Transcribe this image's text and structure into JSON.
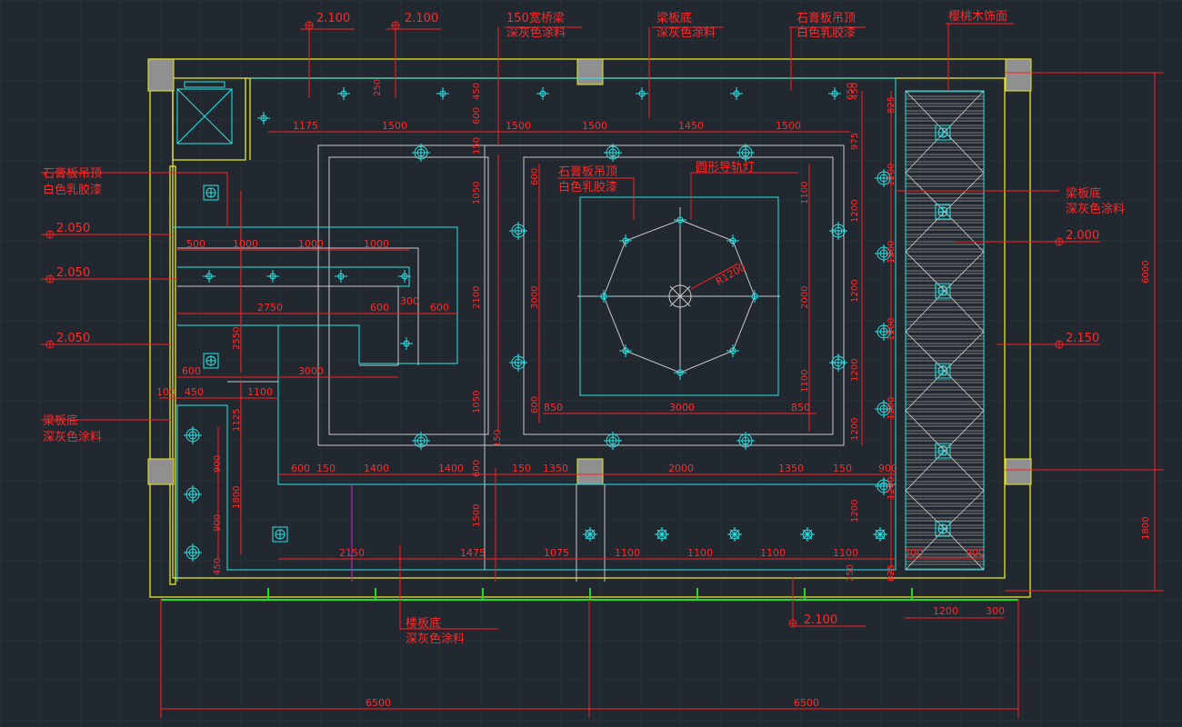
{
  "colors": {
    "background": "#212830",
    "grid": "#2b333c",
    "dimension": "#ff2a2a",
    "wall": "#e8e829",
    "ceiling": "#28e6e6",
    "trim": "#c9c9c9",
    "floor_line": "#22dd22",
    "column": "#909090"
  },
  "labels": {
    "l1": "150宽桥梁",
    "l1b": "深灰色涂料",
    "l2": "梁板底",
    "l2b": "深灰色涂料",
    "l3": "石膏板吊顶",
    "l3b": "白色乳胶漆",
    "l4": "樱桃木饰面",
    "l5": "石膏板吊顶",
    "l5b": "白色乳胶漆",
    "l6": "石膏板吊顶",
    "l6b": "白色乳胶漆",
    "l7": "圆形导轨灯",
    "l8": "梁板底",
    "l8b": "深灰色涂料",
    "l9": "梁板底",
    "l9b": "深灰色涂料",
    "l10": "楼板底",
    "l10b": "深灰色涂料"
  },
  "levels": {
    "top_a": "2.100",
    "top_b": "2.100",
    "left_a": "2.050",
    "left_b": "2.050",
    "left_c": "2.050",
    "right_a": "2.000",
    "right_b": "2.150",
    "bottom": "2.100"
  },
  "dims": {
    "t1": "1175",
    "t2": "1500",
    "t3": "1500",
    "t4": "1500",
    "t5": "1450",
    "t6": "1500",
    "r1": "500",
    "r2": "1000",
    "r3": "1000",
    "r4": "1000",
    "r5": "2750",
    "r6": "600",
    "r7": "300",
    "r8": "600",
    "r9": "600",
    "r10": "3000",
    "r11": "100",
    "r12": "450",
    "r13": "1100",
    "c1": "850",
    "c2": "3000",
    "c3": "850",
    "b1": "600",
    "b2": "150",
    "b3": "1400",
    "b4": "1400",
    "b5": "150",
    "b6": "1350",
    "b7": "2000",
    "b8": "1350",
    "b9": "150",
    "b10": "900",
    "f1": "2150",
    "f2": "1475",
    "f3": "1075",
    "f4": "1100",
    "f5": "1100",
    "f6": "1100",
    "f7": "1100",
    "w1": "300",
    "w2": "900",
    "d1": "1200",
    "d2": "300",
    "o1": "6500",
    "o2": "6500",
    "radius": "R1200",
    "v1": "250",
    "v2": "450",
    "v3": "600",
    "v4": "150",
    "v5": "1050",
    "v6": "2100",
    "v7": "1050",
    "v8": "150",
    "v9": "600",
    "v10": "3000",
    "v11": "600",
    "v12": "1100",
    "v13": "2000",
    "v14": "1100",
    "v15": "975",
    "v16": "1200",
    "v17": "1200",
    "v18": "1200",
    "v19": "1200",
    "v20": "450",
    "v21": "825",
    "v22": "1200",
    "v23": "1200",
    "v24": "1200",
    "v25": "1200",
    "v26": "1200",
    "v27": "1200",
    "v28": "825",
    "v29": "2550",
    "v30": "1125",
    "v31": "900",
    "v32": "1800",
    "v33": "900",
    "v34": "450",
    "v35": "600",
    "v36": "1500",
    "v37": "250",
    "v38": "6000",
    "v39": "1800",
    "v40": "650"
  }
}
